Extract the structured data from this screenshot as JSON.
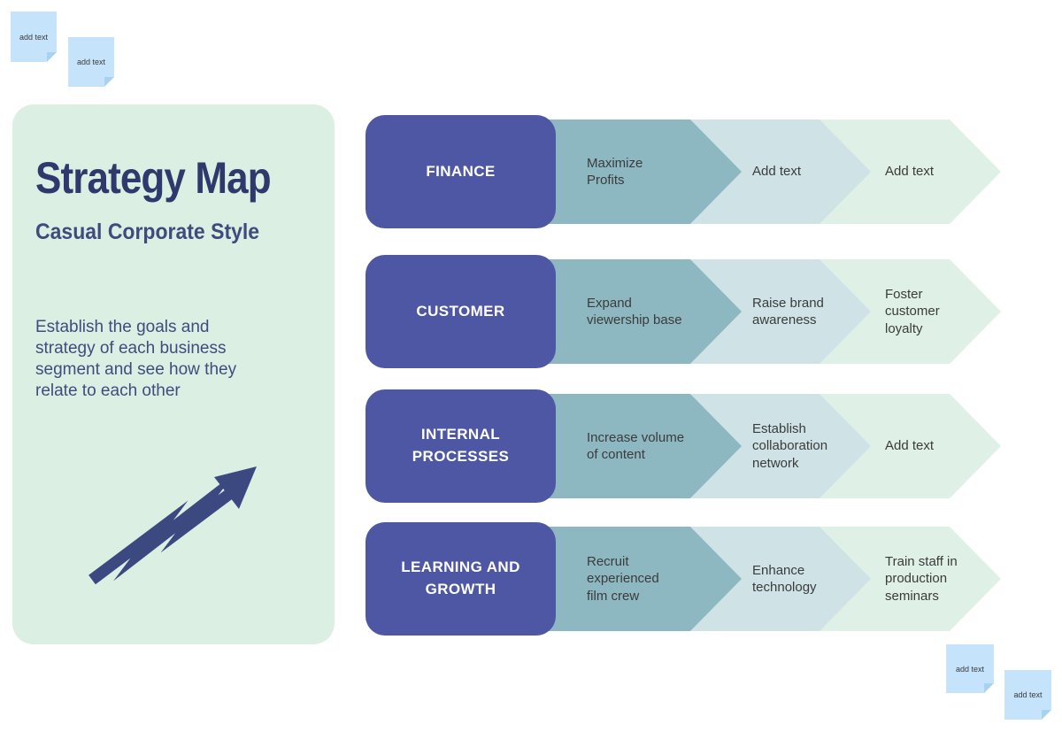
{
  "panel": {
    "title": "Strategy Map",
    "subtitle": "Casual Corporate Style",
    "description": "Establish the goals and\nstrategy of each business\nsegment and see how they\nrelate to each other"
  },
  "rows": [
    {
      "label": "FINANCE",
      "steps": [
        "Maximize\nProfits",
        "Add text",
        "Add text"
      ]
    },
    {
      "label": "CUSTOMER",
      "steps": [
        "Expand\nviewership base",
        "Raise brand\nawareness",
        "Foster\ncustomer\nloyalty"
      ]
    },
    {
      "label": "INTERNAL\nPROCESSES",
      "steps": [
        "Increase volume\nof content",
        "Establish\ncollaboration\nnetwork",
        "Add text"
      ]
    },
    {
      "label": "LEARNING AND\nGROWTH",
      "steps": [
        "Recruit\nexperienced\nfilm crew",
        "Enhance\ntechnology",
        "Train staff in\nproduction\nseminars"
      ]
    }
  ],
  "sticky_notes": [
    "add text",
    "add text",
    "add text",
    "add text"
  ],
  "colors": {
    "panel_bg": "#dcefe3",
    "label_bg": "#4e57a3",
    "step1_bg": "#8db8c2",
    "step2_bg": "#cfe3e7",
    "step3_bg": "#dff0e6",
    "sticky_bg": "#c5e3fb",
    "sticky_fold": "#a9d2f0",
    "title_text": "#2e3a6b",
    "body_text": "#3e4d7d",
    "step_text": "#3b3b3b",
    "arrow": "#3c4880"
  }
}
